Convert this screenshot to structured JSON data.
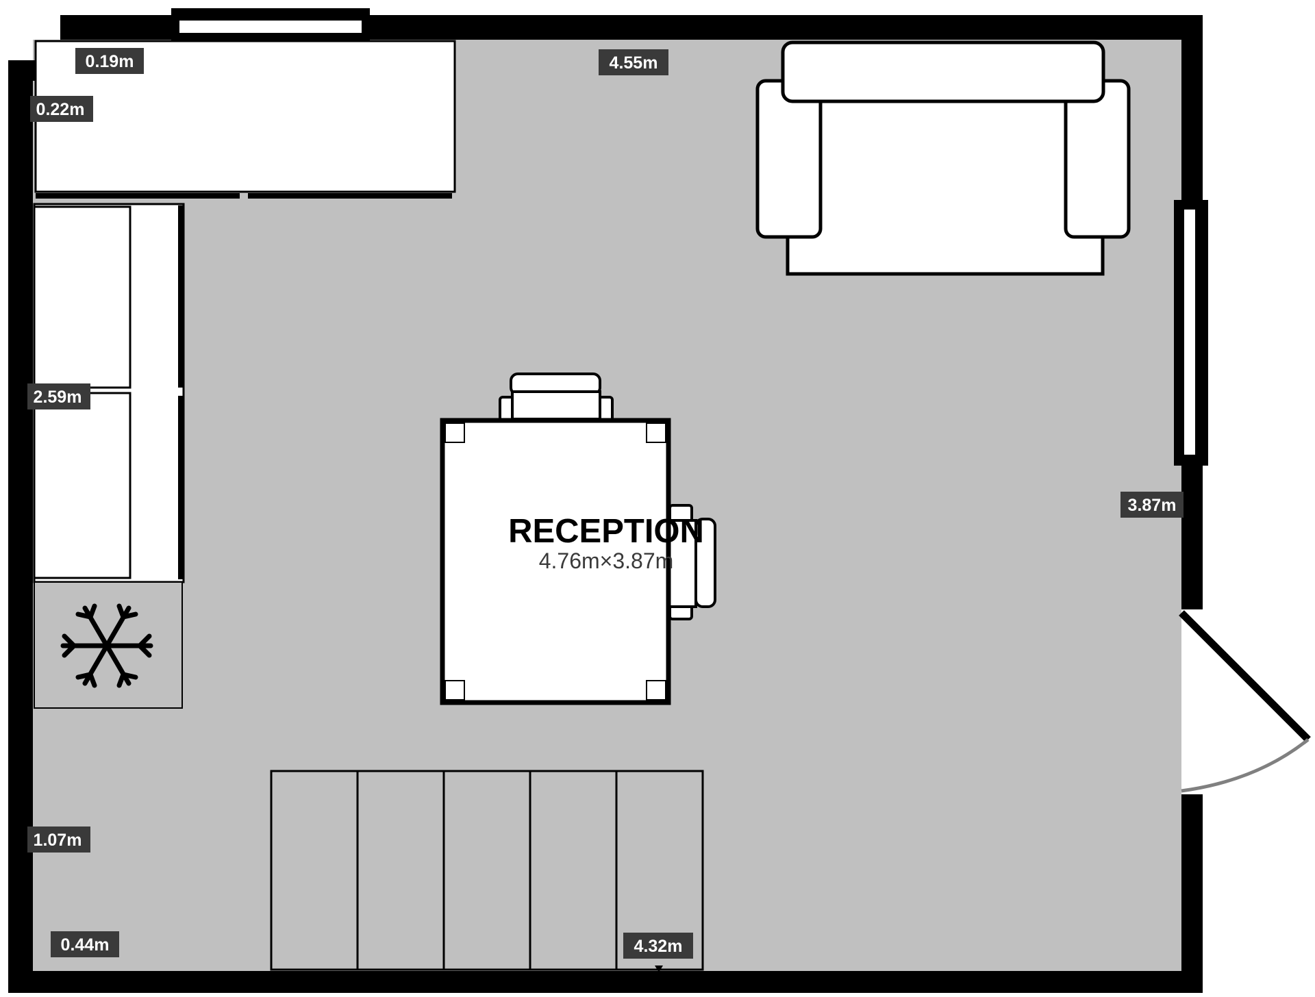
{
  "room": {
    "name": "RECEPTION",
    "size": "4.76m×3.87m"
  },
  "dimensions": {
    "top_width": "4.55m",
    "bottom_width": "4.32m",
    "right_height": "3.87m",
    "left_upper": "2.59m",
    "left_lower": "1.07m",
    "top_left_window_offset": "0.19m",
    "top_left_wall_offset": "0.22m",
    "bottom_left_offset": "0.44m"
  },
  "icons": {
    "radiator": "snowflake-icon"
  },
  "colors": {
    "floor": "#c0c0c0",
    "wall": "#000000",
    "furniture": "#ffffff",
    "label_bg": "#3a3a3a",
    "label_text": "#ffffff",
    "door_arc": "#808080"
  }
}
